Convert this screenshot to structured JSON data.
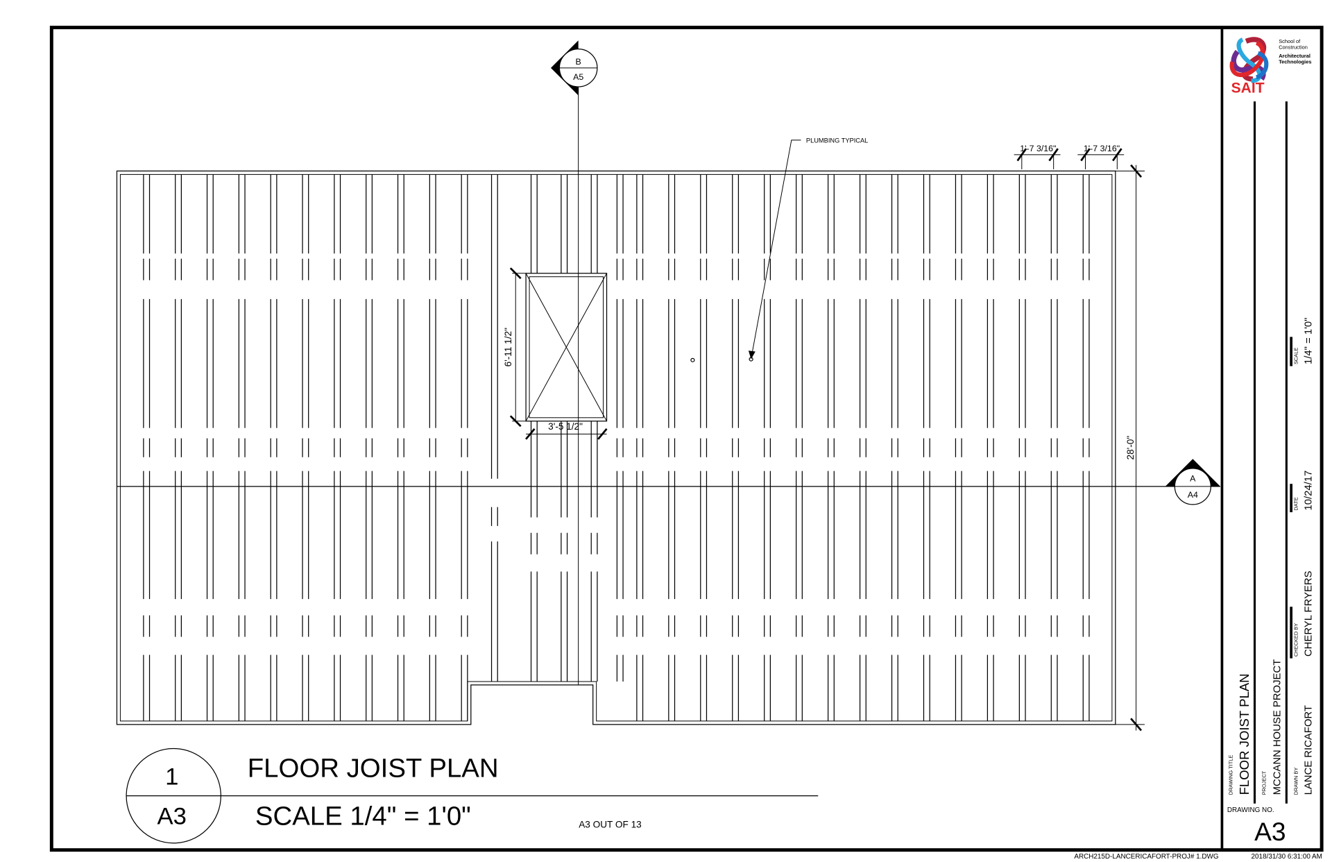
{
  "sheet": {
    "view_title": "FLOOR JOIST PLAN",
    "view_scale": "SCALE 1/4\" = 1'0\"",
    "view_number": "1",
    "view_sheet": "A3",
    "sheet_count": "A3 OUT OF 13",
    "file_name": "ARCH215D-LANCERICAFORT-PROJ# 1.DWG",
    "plot_timestamp": "2018/31/30 6:31:00 AM"
  },
  "plan": {
    "section_b": {
      "letter": "B",
      "sheet": "A5"
    },
    "section_a": {
      "letter": "A",
      "sheet": "A4"
    },
    "plumbing_note": "PLUMBING TYPICAL",
    "dim_joist_spacing_1": "1'-7 3/16\"",
    "dim_joist_spacing_2": "1'-7 3/16\"",
    "dim_overall_depth": "28'-0\"",
    "dim_opening_length": "6'-11 1/2\"",
    "dim_opening_width": "3'-5 1/2\""
  },
  "title_block": {
    "logo_text": "SAIT",
    "school_line1": "School of",
    "school_line2": "Construction",
    "program_line1": "Architectural",
    "program_line2": "Technologies",
    "drawing_title_label": "DRAWING TITLE",
    "drawing_title": "FLOOR JOIST PLAN",
    "project_label": "PROJECT",
    "project": "MCCANN HOUSE PROJECT",
    "drawn_by_label": "DRAWN BY",
    "drawn_by": "LANCE RICAFORT",
    "checked_by_label": "CHECKED BY",
    "checked_by": "CHERYL FRYERS",
    "date_label": "DATE",
    "date": "10/24/17",
    "scale_label": "SCALE",
    "scale": "1/4\" = 1'0\"",
    "drawing_no_label": "DRAWING NO.",
    "drawing_no": "A3"
  },
  "colors": {
    "logo_red": "#e0262b",
    "logo_blue": "#1e73c8",
    "logo_purple": "#6b2c91",
    "logo_cyan": "#29a9e0",
    "logo_maroon": "#b0213a"
  }
}
